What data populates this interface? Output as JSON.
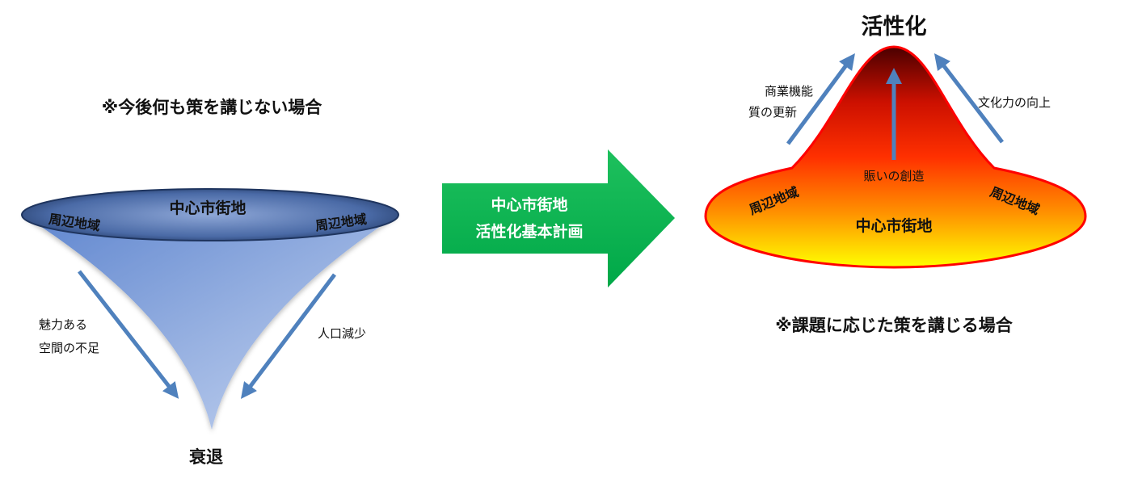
{
  "left": {
    "caption": "※今後何も策を講じない場合",
    "center_label": "中心市街地",
    "surround_left": "周辺地域",
    "surround_right": "周辺地域",
    "cause_left_line1": "魅力ある",
    "cause_left_line2": "空間の不足",
    "cause_right": "人口減少",
    "result": "衰退"
  },
  "middle": {
    "line1": "中心市街地",
    "line2": "活性化基本計画"
  },
  "right": {
    "result": "活性化",
    "factor_left_line1": "商業機能",
    "factor_left_line2": "質の更新",
    "factor_center": "賑いの創造",
    "factor_right": "文化力の向上",
    "surround_left": "周辺地域",
    "surround_right": "周辺地域",
    "center_label": "中心市街地",
    "caption": "※課題に応じた策を講じる場合"
  },
  "colors": {
    "funnel_light": "#b4c7ea",
    "funnel_dark": "#5f86cf",
    "ellipse_dark": "#233a66",
    "arrow_blue": "#4f81bd",
    "plan_arrow_green": "#00b050",
    "mountain_top": "#4a0000",
    "mountain_mid": "#ff2000",
    "mountain_base": "#ffff00",
    "mountain_outline": "#ff0000"
  }
}
